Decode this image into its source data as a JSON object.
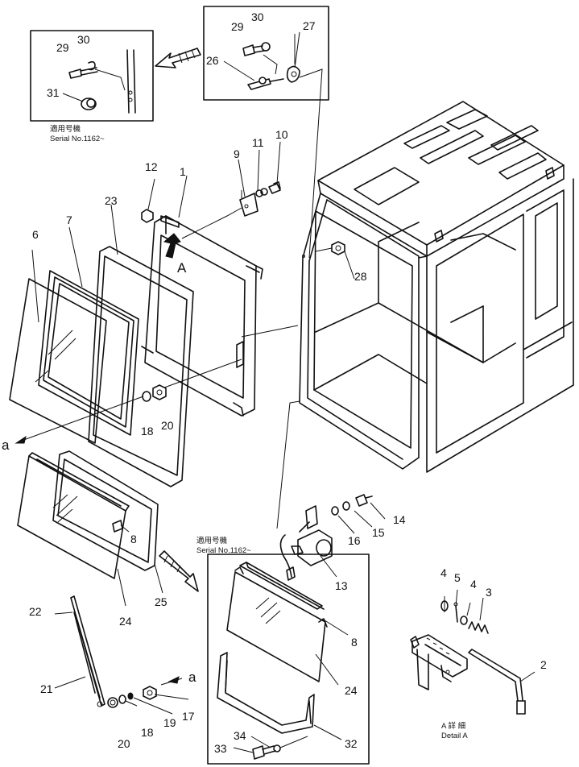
{
  "callouts": {
    "n1": "1",
    "n2": "2",
    "n3": "3",
    "n4a": "4",
    "n4b": "4",
    "n5": "5",
    "n6": "6",
    "n7": "7",
    "n8a": "8",
    "n8b": "8",
    "n9": "9",
    "n10": "10",
    "n11": "11",
    "n12": "12",
    "n13": "13",
    "n14": "14",
    "n15": "15",
    "n16": "16",
    "n17": "17",
    "n18a": "18",
    "n18b": "18",
    "n19": "19",
    "n20a": "20",
    "n20b": "20",
    "n21": "21",
    "n22": "22",
    "n23": "23",
    "n24a": "24",
    "n24b": "24",
    "n25": "25",
    "n26": "26",
    "n27": "27",
    "n28": "28",
    "n29a": "29",
    "n29b": "29",
    "n30a": "30",
    "n30b": "30",
    "n31": "31",
    "n32": "32",
    "n33": "33",
    "n34": "34"
  },
  "markers": {
    "view_a": "A",
    "detail_a_jp": "A 詳 細",
    "detail_a_en": "Detail A",
    "ref_a_left": "a",
    "ref_a_bottom": "a"
  },
  "notes": {
    "serial_top_jp": "適用号機",
    "serial_top_en": "Serial No.1162~",
    "serial_mid_jp": "適用号機",
    "serial_mid_en": "Serial No.1162~"
  }
}
